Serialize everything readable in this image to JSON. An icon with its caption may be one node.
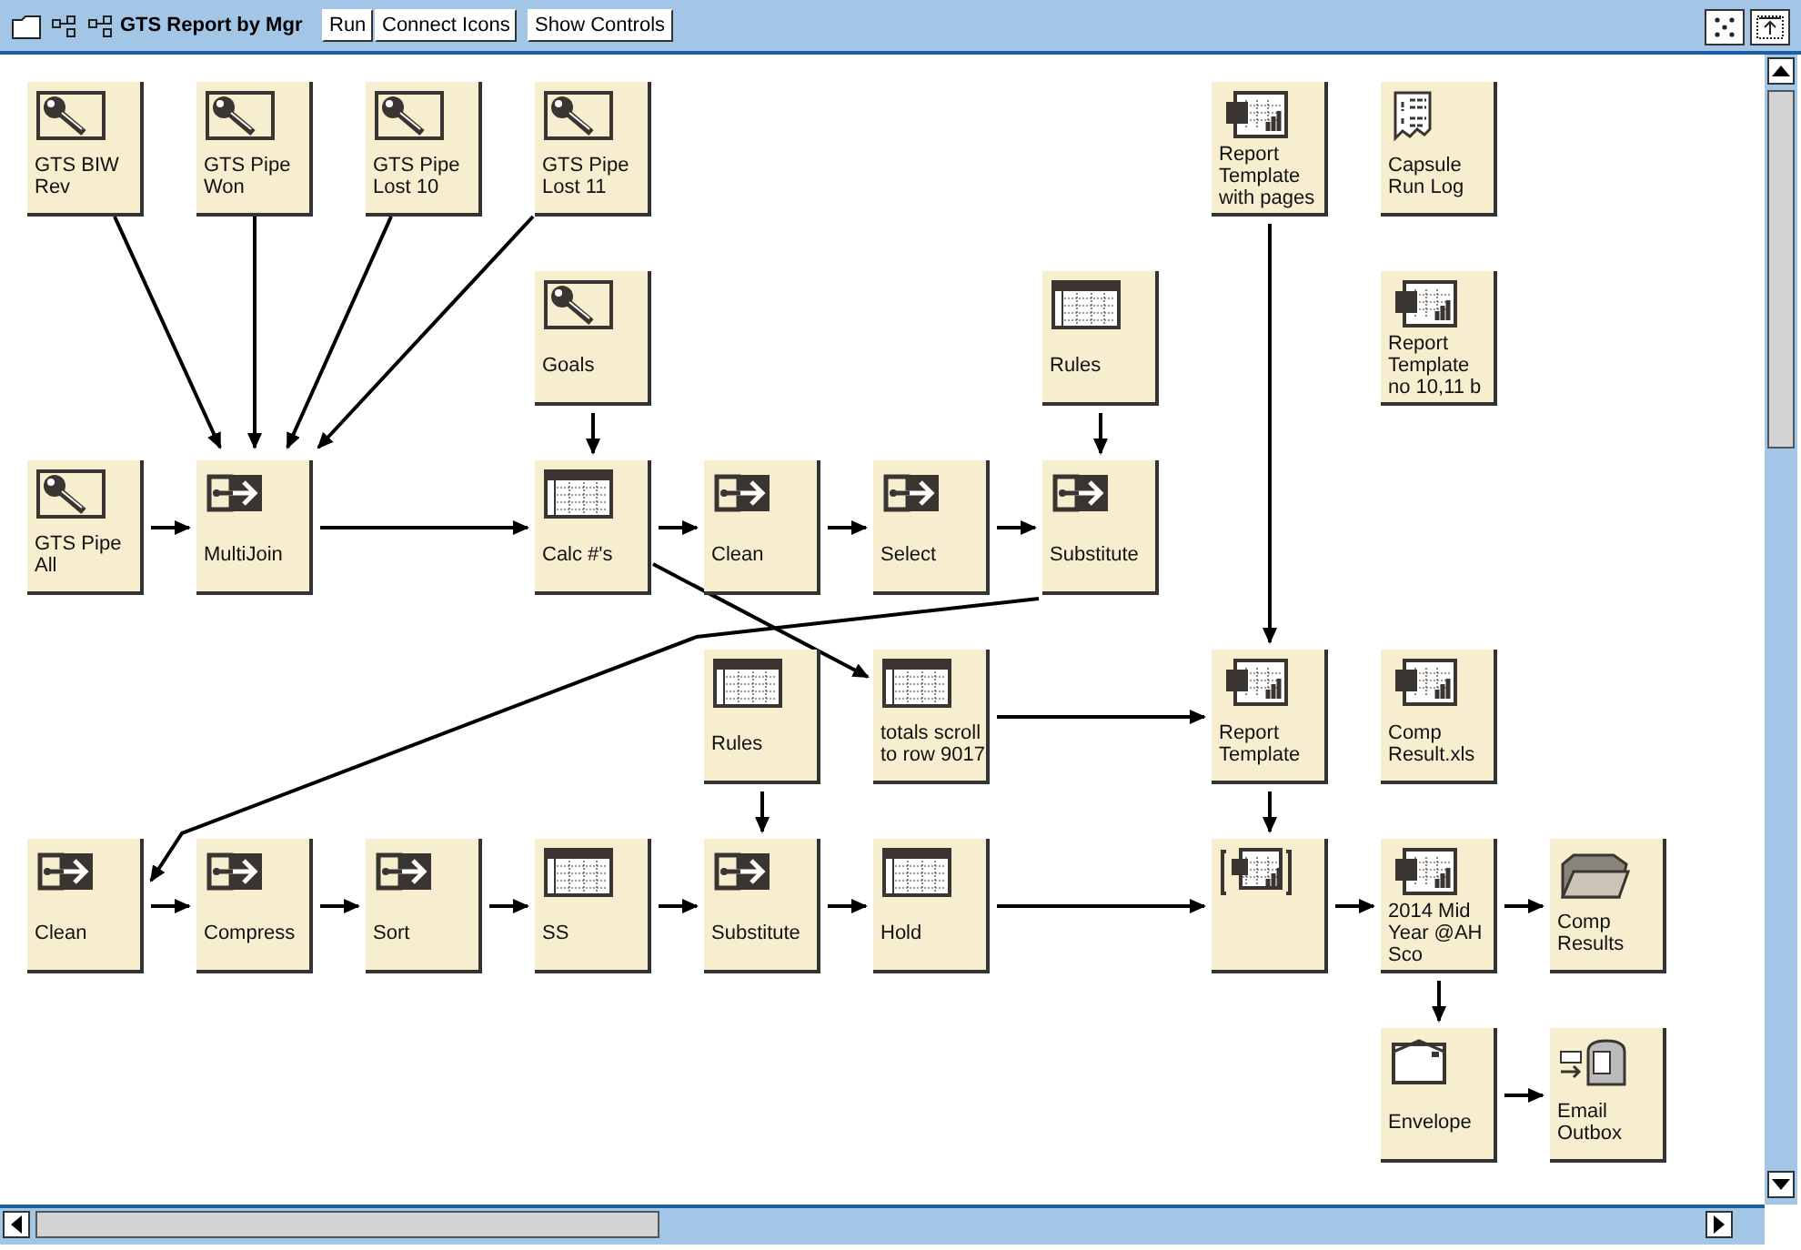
{
  "diagram": {
    "title": "GTS Report by Mgr",
    "nodes": [
      {
        "text": [
          "GTS BIW Rev"
        ]
      },
      {
        "text": [
          "GTS Pipe Won"
        ]
      },
      {
        "text": [
          "GTS Pipe Lost 10"
        ]
      },
      {
        "text": [
          "GTS Pipe Lost 11"
        ]
      },
      {
        "text": [
          "Report Template with pages"
        ]
      },
      {
        "text": [
          "Capsule Run Log"
        ]
      },
      {
        "text": [
          "Goals"
        ]
      },
      {
        "text": [
          "Rules"
        ]
      },
      {
        "text": [
          "Report Template no 10,11 b"
        ]
      },
      {
        "text": [
          "GTS Pipe All"
        ]
      },
      {
        "text": [
          "MultiJoin"
        ]
      },
      {
        "text": [
          "Calc #'s"
        ]
      },
      {
        "text": [
          "Clean"
        ]
      },
      {
        "text": [
          "Select"
        ]
      },
      {
        "text": [
          "Substitute"
        ]
      },
      {
        "text": [
          "Rules"
        ]
      },
      {
        "text": [
          "totals scroll to row 9017"
        ]
      },
      {
        "text": [
          "Report Template"
        ]
      },
      {
        "text": [
          "Comp Result.xls"
        ]
      },
      {
        "text": [
          "Clean"
        ]
      },
      {
        "text": [
          "Compress"
        ]
      },
      {
        "text": [
          "Sort"
        ]
      },
      {
        "text": [
          "SS"
        ]
      },
      {
        "text": [
          "Substitute"
        ]
      },
      {
        "text": [
          "Hold"
        ]
      },
      {
        "text": [],
        "shape": "box"
      },
      {
        "text": [
          "2014 Mid Year @AH Sco"
        ]
      },
      {
        "text": [
          "Comp Results"
        ]
      },
      {
        "text": [
          "Envelope"
        ]
      },
      {
        "text": [
          "Email Outbox"
        ]
      }
    ],
    "edges": [
      {
        "from": 0,
        "to": 10,
        "arrow": "to"
      },
      {
        "from": 1,
        "to": 10,
        "arrow": "to"
      },
      {
        "from": 2,
        "to": 10,
        "arrow": "to"
      },
      {
        "from": 3,
        "to": 10,
        "arrow": "to"
      },
      {
        "from": 9,
        "to": 10,
        "arrow": "to"
      },
      {
        "from": 10,
        "to": 11,
        "arrow": "to"
      },
      {
        "from": 6,
        "to": 11,
        "arrow": "to"
      },
      {
        "from": 11,
        "to": 12,
        "arrow": "to"
      },
      {
        "from": 12,
        "to": 13,
        "arrow": "to"
      },
      {
        "from": 13,
        "to": 14,
        "arrow": "to"
      },
      {
        "from": 7,
        "to": 14,
        "arrow": "to"
      },
      {
        "from": 11,
        "to": 16,
        "arrow": "to"
      },
      {
        "from": 14,
        "to": 19,
        "arrow": "to"
      },
      {
        "from": 4,
        "to": 17,
        "arrow": "to"
      },
      {
        "from": 16,
        "to": 17,
        "arrow": "to"
      },
      {
        "from": 17,
        "to": 25,
        "arrow": "to"
      },
      {
        "from": 15,
        "to": 23,
        "arrow": "to"
      },
      {
        "from": 19,
        "to": 20,
        "arrow": "to"
      },
      {
        "from": 20,
        "to": 21,
        "arrow": "to"
      },
      {
        "from": 21,
        "to": 22,
        "arrow": "to"
      },
      {
        "from": 22,
        "to": 23,
        "arrow": "to"
      },
      {
        "from": 23,
        "to": 24,
        "arrow": "to"
      },
      {
        "from": 24,
        "to": 25,
        "arrow": "to"
      },
      {
        "from": 25,
        "to": 26,
        "arrow": "to"
      },
      {
        "from": 26,
        "to": 27,
        "arrow": "to"
      },
      {
        "from": 26,
        "to": 28,
        "arrow": "to"
      },
      {
        "from": 28,
        "to": 29,
        "arrow": "to"
      }
    ],
    "labels": [
      "Run",
      "Connect Icons",
      "Show Controls"
    ]
  }
}
